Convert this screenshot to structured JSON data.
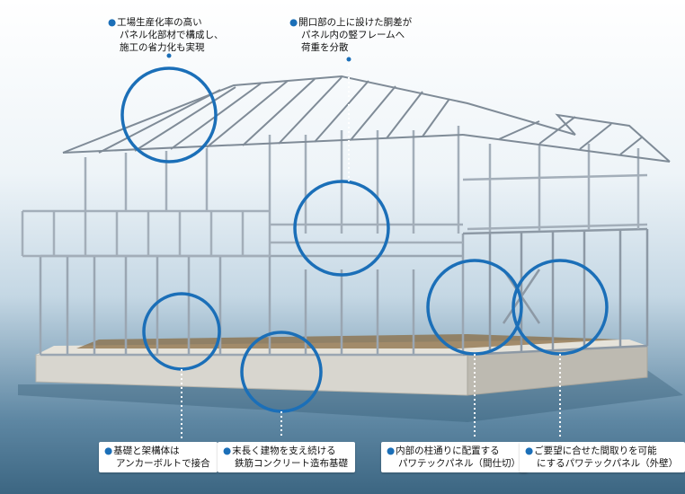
{
  "callouts": {
    "factory_panel": {
      "line1": "工場生産化率の高い",
      "line2": "パネル化部材で構成し、",
      "line3": "施工の省力化も実現"
    },
    "opening_beam": {
      "line1": "開口部の上に設けた胴差が",
      "line2": "パネル内の竪フレームへ",
      "line3": "荷重を分散"
    },
    "anchor_bolt": {
      "line1": "基礎と架構体は",
      "line2": "アンカーボルトで接合"
    },
    "rc_foundation": {
      "line1": "末長く建物を支え続ける",
      "line2": "鉄筋コンクリート造布基礎"
    },
    "power_panel_inner": {
      "line1": "内部の柱通りに配置する",
      "line2": "パワテックパネル（間仕切）"
    },
    "power_panel_outer": {
      "line1": "ご要望に合せた間取りを可能",
      "line2": "にするパワテックパネル（外壁）"
    }
  },
  "colors": {
    "highlight_ring": "#1b6fb8",
    "bullet": "#1b6fb8",
    "steel_frame": "#9aa6b2",
    "foundation": "#d8d6cf"
  }
}
